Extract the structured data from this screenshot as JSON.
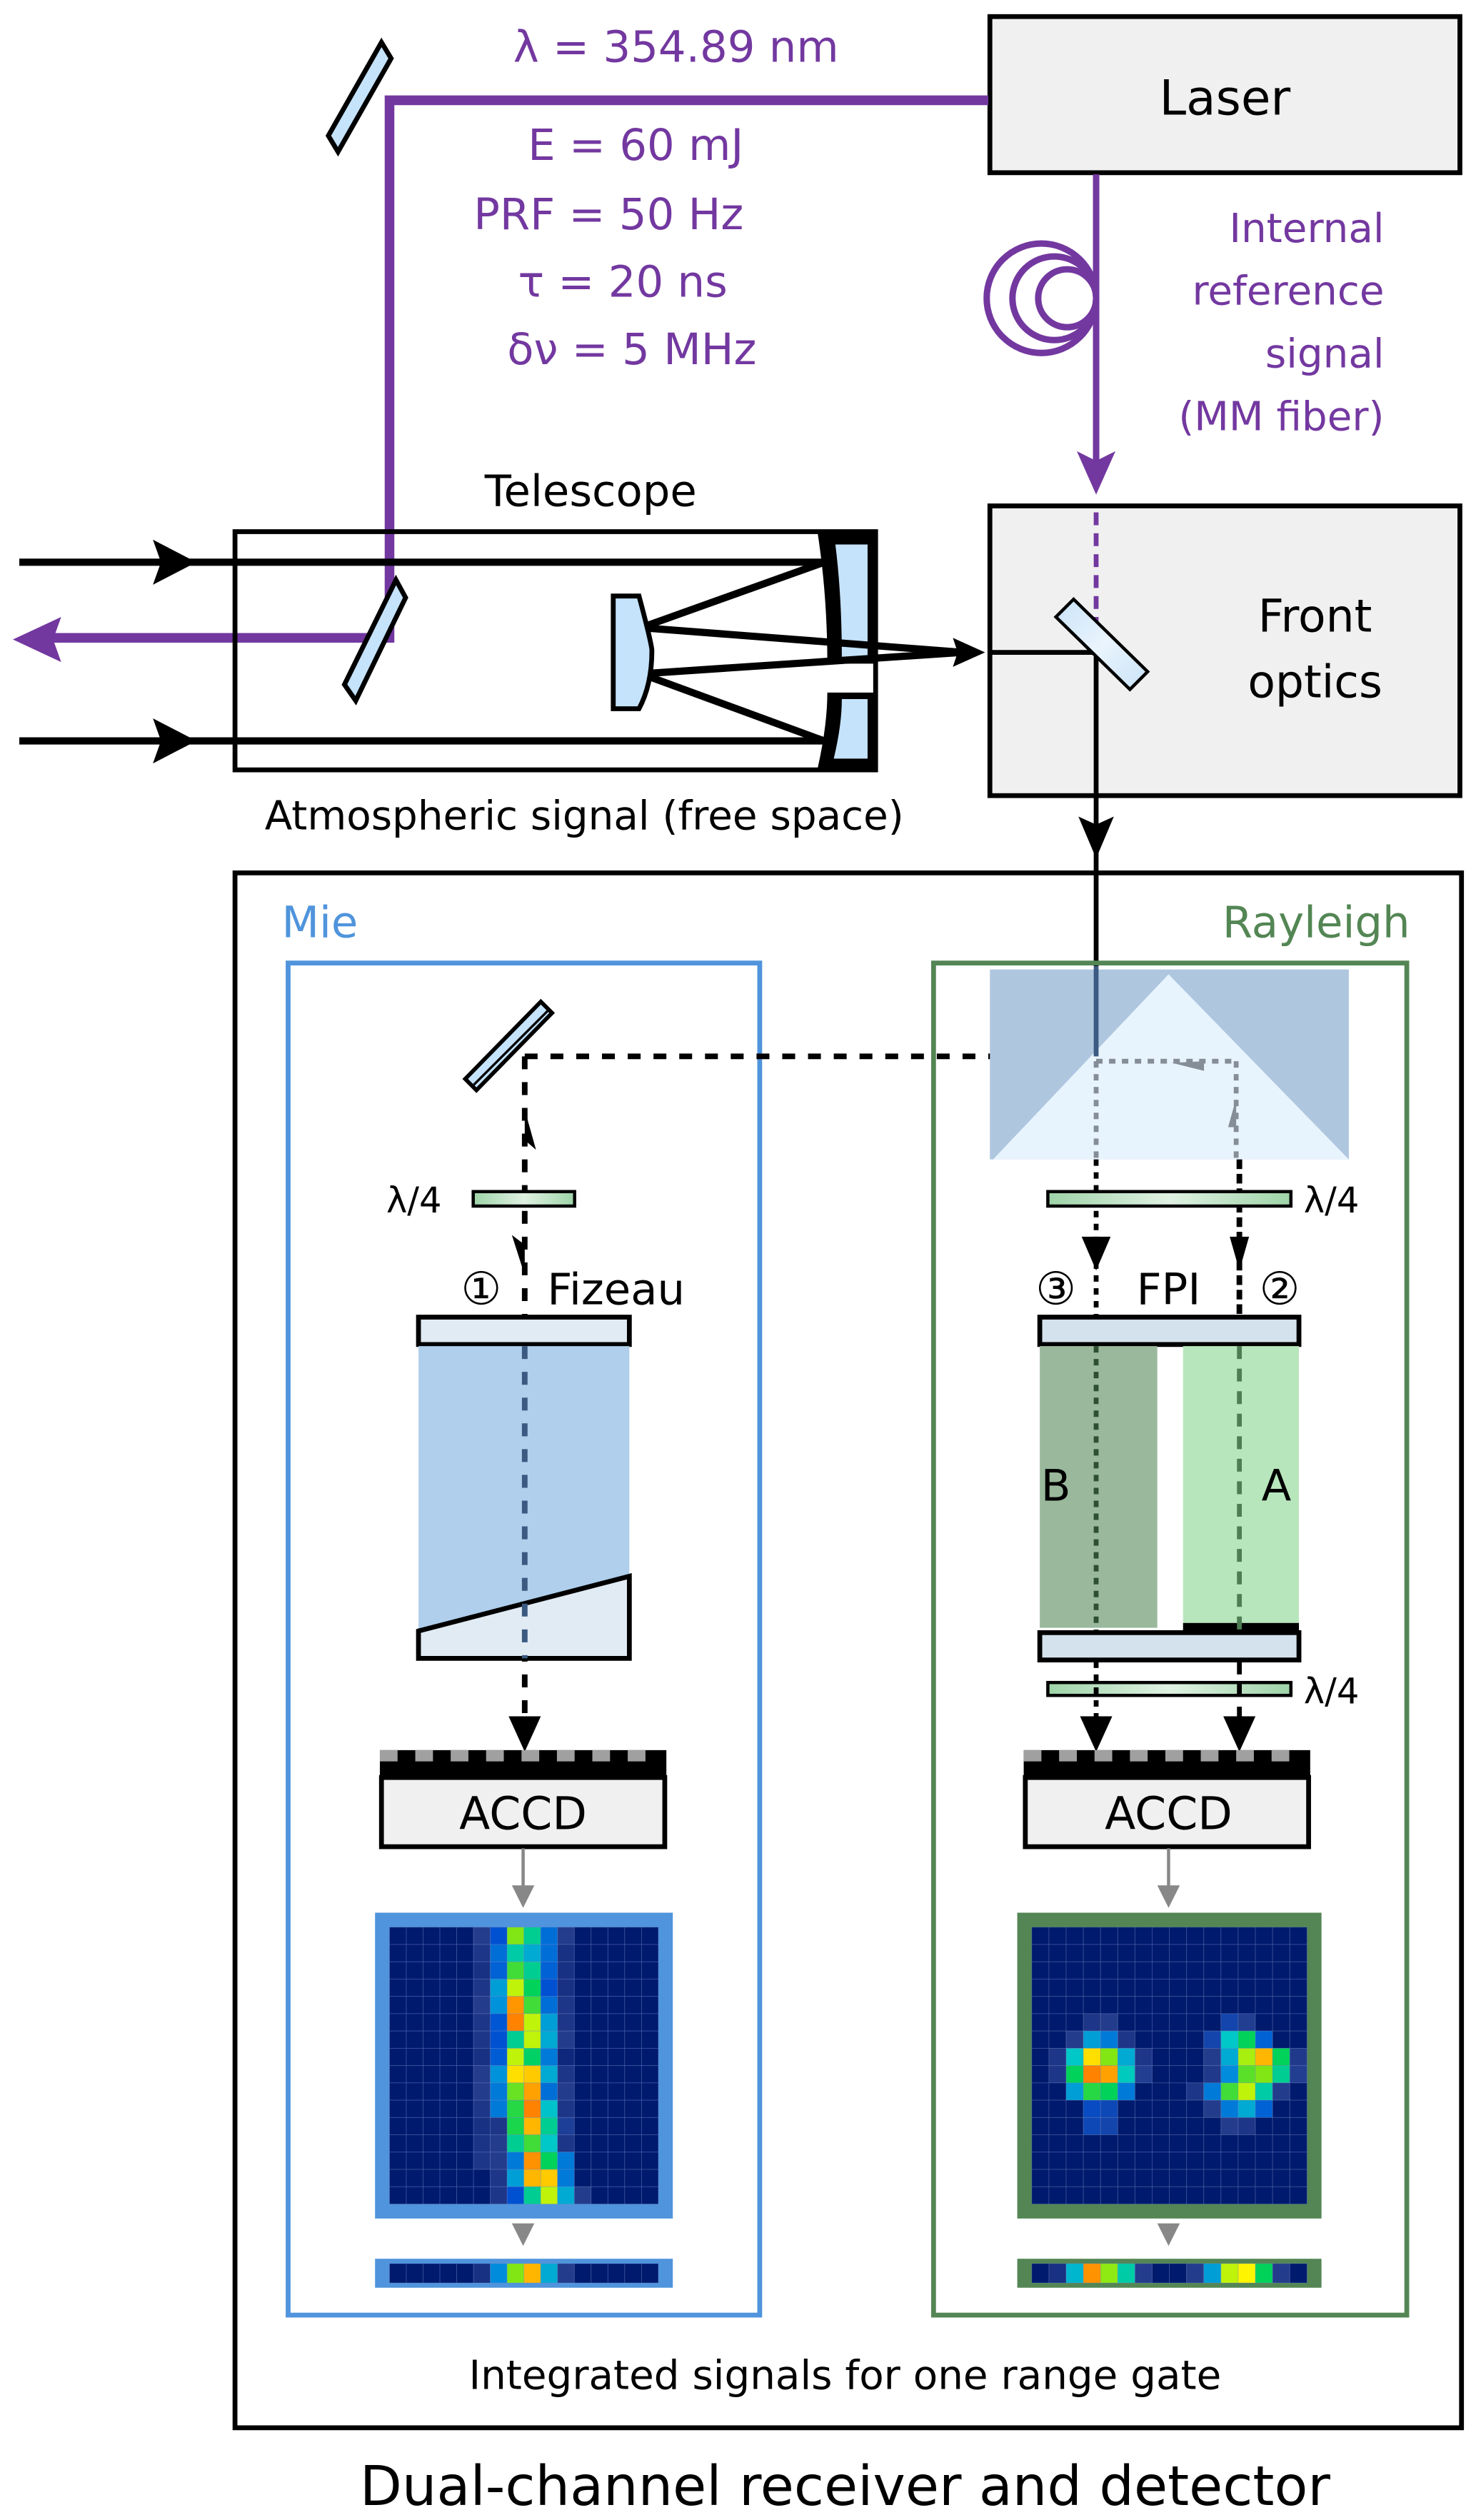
{
  "colors": {
    "purple": "#7338a0",
    "mie_blue": "#4f94dc",
    "rayleigh_green": "#538654",
    "box_fill": "#f0f0f0",
    "optic_blue": "#c5e3fb",
    "fizeau_fill": "#afcfec",
    "fpi_b": "#9ab99c",
    "fpi_a": "#b8e6bc",
    "waveplate_green": "#9ed4a8"
  },
  "laser": {
    "label": "Laser",
    "params": {
      "wavelength": "λ = 354.89 nm",
      "energy": "E = 60 mJ",
      "prf": "PRF = 50 Hz",
      "pulse_width": "τ = 20 ns",
      "linewidth": "δν = 5 MHz"
    }
  },
  "fiber": {
    "lines": [
      "Internal",
      "reference",
      "signal",
      "(MM fiber)"
    ]
  },
  "telescope": {
    "label": "Telescope",
    "caption": "Atmospheric signal (free space)"
  },
  "front_optics": {
    "lines": [
      "Front",
      "optics"
    ]
  },
  "receiver": {
    "title": "Dual-channel receiver and detector",
    "caption": "Integrated signals for one range gate",
    "mie": {
      "label": "Mie",
      "waveplate": "λ/4",
      "path_marker": "①",
      "interferometer": "Fizeau",
      "detector": "ACCD"
    },
    "rayleigh": {
      "label": "Rayleigh",
      "waveplate_top": "λ/4",
      "waveplate_bottom": "λ/4",
      "path_marker_left": "③",
      "path_marker_right": "②",
      "interferometer": "FPI",
      "filter_b": "B",
      "filter_a": "A",
      "detector": "ACCD"
    }
  },
  "chart_data": [
    {
      "type": "heatmap",
      "title": "Mie ACCD image",
      "rows": 16,
      "cols": 16,
      "colormap": "jet",
      "values": [
        [
          0,
          0,
          0,
          0,
          0,
          0.12,
          0.25,
          0.65,
          0.5,
          0.3,
          0.12,
          0,
          0,
          0,
          0,
          0
        ],
        [
          0,
          0,
          0,
          0,
          0,
          0.1,
          0.3,
          0.48,
          0.4,
          0.3,
          0.08,
          0,
          0,
          0,
          0,
          0
        ],
        [
          0,
          0,
          0,
          0,
          0,
          0.08,
          0.28,
          0.6,
          0.5,
          0.28,
          0.08,
          0,
          0,
          0,
          0,
          0
        ],
        [
          0,
          0,
          0,
          0,
          0,
          0.1,
          0.38,
          0.7,
          0.55,
          0.25,
          0.08,
          0,
          0,
          0,
          0,
          0
        ],
        [
          0,
          0,
          0,
          0,
          0,
          0.12,
          0.36,
          0.85,
          0.6,
          0.3,
          0.1,
          0,
          0,
          0,
          0,
          0
        ],
        [
          0,
          0,
          0,
          0,
          0,
          0.1,
          0.26,
          0.9,
          0.7,
          0.38,
          0.1,
          0,
          0,
          0,
          0,
          0
        ],
        [
          0,
          0,
          0,
          0,
          0,
          0.1,
          0.25,
          0.5,
          0.7,
          0.4,
          0.12,
          0,
          0,
          0,
          0,
          0
        ],
        [
          0,
          0,
          0,
          0,
          0,
          0.08,
          0.27,
          0.7,
          0.54,
          0.32,
          0.05,
          0,
          0,
          0,
          0,
          0
        ],
        [
          0,
          0,
          0,
          0,
          0,
          0.12,
          0.36,
          0.78,
          0.8,
          0.4,
          0.1,
          0,
          0,
          0,
          0,
          0
        ],
        [
          0,
          0,
          0,
          0,
          0,
          0.12,
          0.32,
          0.63,
          0.84,
          0.3,
          0.12,
          0,
          0,
          0,
          0,
          0
        ],
        [
          0,
          0,
          0,
          0,
          0,
          0.1,
          0.32,
          0.58,
          0.9,
          0.44,
          0.1,
          0,
          0,
          0,
          0,
          0
        ],
        [
          0,
          0,
          0,
          0,
          0,
          0.08,
          0.1,
          0.57,
          0.82,
          0.5,
          0.14,
          0,
          0,
          0,
          0,
          0
        ],
        [
          0,
          0,
          0,
          0,
          0,
          0.09,
          0.12,
          0.5,
          0.6,
          0.45,
          0.1,
          0,
          0,
          0,
          0,
          0
        ],
        [
          0,
          0,
          0,
          0,
          0,
          0.1,
          0.12,
          0.32,
          0.86,
          0.55,
          0.32,
          0,
          0,
          0,
          0,
          0
        ],
        [
          0,
          0,
          0,
          0,
          0,
          0,
          0.1,
          0.38,
          0.82,
          0.8,
          0.32,
          0,
          0,
          0,
          0,
          0
        ],
        [
          0,
          0,
          0,
          0,
          0,
          0,
          0.1,
          0.25,
          0.5,
          0.7,
          0.4,
          0.12,
          0,
          0,
          0,
          0
        ]
      ]
    },
    {
      "type": "heatmap",
      "title": "Rayleigh ACCD image",
      "rows": 16,
      "cols": 16,
      "colormap": "jet",
      "values": [
        [
          0,
          0,
          0,
          0,
          0,
          0,
          0,
          0,
          0,
          0,
          0,
          0,
          0,
          0,
          0,
          0
        ],
        [
          0,
          0,
          0,
          0,
          0,
          0,
          0,
          0,
          0,
          0,
          0,
          0,
          0,
          0,
          0,
          0
        ],
        [
          0,
          0,
          0,
          0,
          0,
          0,
          0,
          0,
          0,
          0,
          0,
          0,
          0,
          0,
          0,
          0
        ],
        [
          0,
          0,
          0,
          0,
          0,
          0,
          0,
          0,
          0,
          0,
          0,
          0,
          0,
          0,
          0,
          0
        ],
        [
          0,
          0,
          0,
          0,
          0,
          0,
          0,
          0,
          0,
          0,
          0,
          0,
          0,
          0,
          0,
          0
        ],
        [
          0,
          0,
          0,
          0.1,
          0.12,
          0,
          0,
          0,
          0,
          0,
          0,
          0.18,
          0.13,
          0,
          0,
          0
        ],
        [
          0,
          0,
          0.12,
          0.38,
          0.32,
          0.1,
          0,
          0,
          0,
          0,
          0.18,
          0.45,
          0.55,
          0.28,
          0,
          0
        ],
        [
          0,
          0.1,
          0.45,
          0.78,
          0.65,
          0.4,
          0.1,
          0,
          0,
          0,
          0.12,
          0.4,
          0.68,
          0.82,
          0.55,
          0.11
        ],
        [
          0,
          0.1,
          0.55,
          0.9,
          0.84,
          0.46,
          0.13,
          0,
          0,
          0,
          0.11,
          0.35,
          0.62,
          0.65,
          0.5,
          0.13
        ],
        [
          0,
          0,
          0.38,
          0.58,
          0.55,
          0.32,
          0,
          0,
          0,
          0.1,
          0.32,
          0.6,
          0.7,
          0.48,
          0.12,
          0
        ],
        [
          0,
          0,
          0,
          0.22,
          0.2,
          0,
          0,
          0,
          0,
          0,
          0.12,
          0.32,
          0.4,
          0.28,
          0,
          0
        ],
        [
          0,
          0,
          0,
          0.2,
          0.18,
          0,
          0,
          0,
          0,
          0,
          0,
          0.12,
          0.1,
          0,
          0,
          0
        ],
        [
          0,
          0,
          0,
          0,
          0,
          0,
          0,
          0,
          0,
          0,
          0,
          0,
          0,
          0,
          0,
          0
        ],
        [
          0,
          0,
          0,
          0,
          0,
          0,
          0,
          0,
          0,
          0,
          0,
          0,
          0,
          0,
          0,
          0
        ],
        [
          0,
          0,
          0,
          0,
          0,
          0,
          0,
          0,
          0,
          0,
          0,
          0,
          0,
          0,
          0,
          0
        ],
        [
          0,
          0,
          0,
          0,
          0,
          0,
          0,
          0,
          0,
          0,
          0,
          0,
          0,
          0,
          0,
          0
        ]
      ]
    },
    {
      "type": "heatmap",
      "title": "Mie integrated signal (one range gate)",
      "rows": 1,
      "cols": 16,
      "colormap": "jet",
      "values": [
        [
          0,
          0,
          0,
          0,
          0,
          0.08,
          0.35,
          0.65,
          0.82,
          0.4,
          0.12,
          0,
          0,
          0,
          0,
          0
        ]
      ]
    },
    {
      "type": "heatmap",
      "title": "Rayleigh integrated signal (one range gate)",
      "rows": 1,
      "cols": 16,
      "colormap": "jet",
      "values": [
        [
          0,
          0.08,
          0.42,
          0.86,
          0.66,
          0.48,
          0.12,
          0,
          0,
          0.12,
          0.38,
          0.7,
          0.76,
          0.55,
          0.12,
          0
        ]
      ]
    }
  ]
}
